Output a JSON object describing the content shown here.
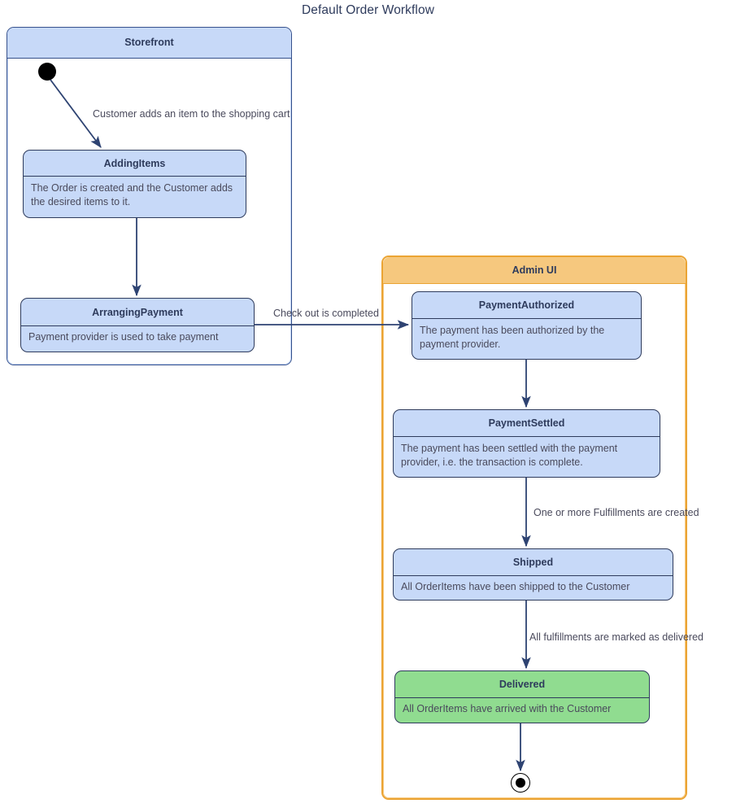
{
  "diagram": {
    "title": "Default Order Workflow",
    "type": "uml-state-machine"
  },
  "colors": {
    "state_fill_blue": "#c7d9f8",
    "state_fill_green": "#90dc90",
    "state_border": "#2e3b5c",
    "region_storefront_header": "#c7d9f8",
    "region_storefront_border": "#36518c",
    "region_admin_header": "#f6c87e",
    "region_admin_border": "#eba434",
    "edge_color": "#2e4372",
    "text_color": "#4a4a5c",
    "title_color": "#2e3b5c",
    "pseudostate_color": "#000000"
  },
  "regions": [
    {
      "id": "storefront",
      "label": "Storefront",
      "states": [
        "AddingItems",
        "ArrangingPayment"
      ]
    },
    {
      "id": "admin-ui",
      "label": "Admin UI",
      "states": [
        "PaymentAuthorized",
        "PaymentSettled",
        "Shipped",
        "Delivered"
      ]
    }
  ],
  "states": {
    "adding_items": {
      "name": "AddingItems",
      "description": "The Order is created and the Customer adds the desired items to it."
    },
    "arranging_payment": {
      "name": "ArrangingPayment",
      "description": "Payment provider is used to take payment"
    },
    "payment_authorized": {
      "name": "PaymentAuthorized",
      "description": "The payment has been authorized by the payment provider."
    },
    "payment_settled": {
      "name": "PaymentSettled",
      "description": "The payment has been settled with the payment provider, i.e. the transaction is complete."
    },
    "shipped": {
      "name": "Shipped",
      "description": "All OrderItems have been shipped to the Customer"
    },
    "delivered": {
      "name": "Delivered",
      "description": "All OrderItems have arrived with the Customer"
    }
  },
  "pseudostates": {
    "initial": "initial-state",
    "final": "final-state"
  },
  "transitions": [
    {
      "id": "t1",
      "from": "initial",
      "to": "AddingItems",
      "label": "Customer adds an item to the shopping cart"
    },
    {
      "id": "t2",
      "from": "AddingItems",
      "to": "ArrangingPayment",
      "label": ""
    },
    {
      "id": "t3",
      "from": "ArrangingPayment",
      "to": "PaymentAuthorized",
      "label": "Check out is completed"
    },
    {
      "id": "t4",
      "from": "PaymentAuthorized",
      "to": "PaymentSettled",
      "label": ""
    },
    {
      "id": "t5",
      "from": "PaymentSettled",
      "to": "Shipped",
      "label": "One or more Fulfillments are created"
    },
    {
      "id": "t6",
      "from": "Shipped",
      "to": "Delivered",
      "label": "All fulfillments are marked as delivered"
    },
    {
      "id": "t7",
      "from": "Delivered",
      "to": "final",
      "label": ""
    }
  ]
}
